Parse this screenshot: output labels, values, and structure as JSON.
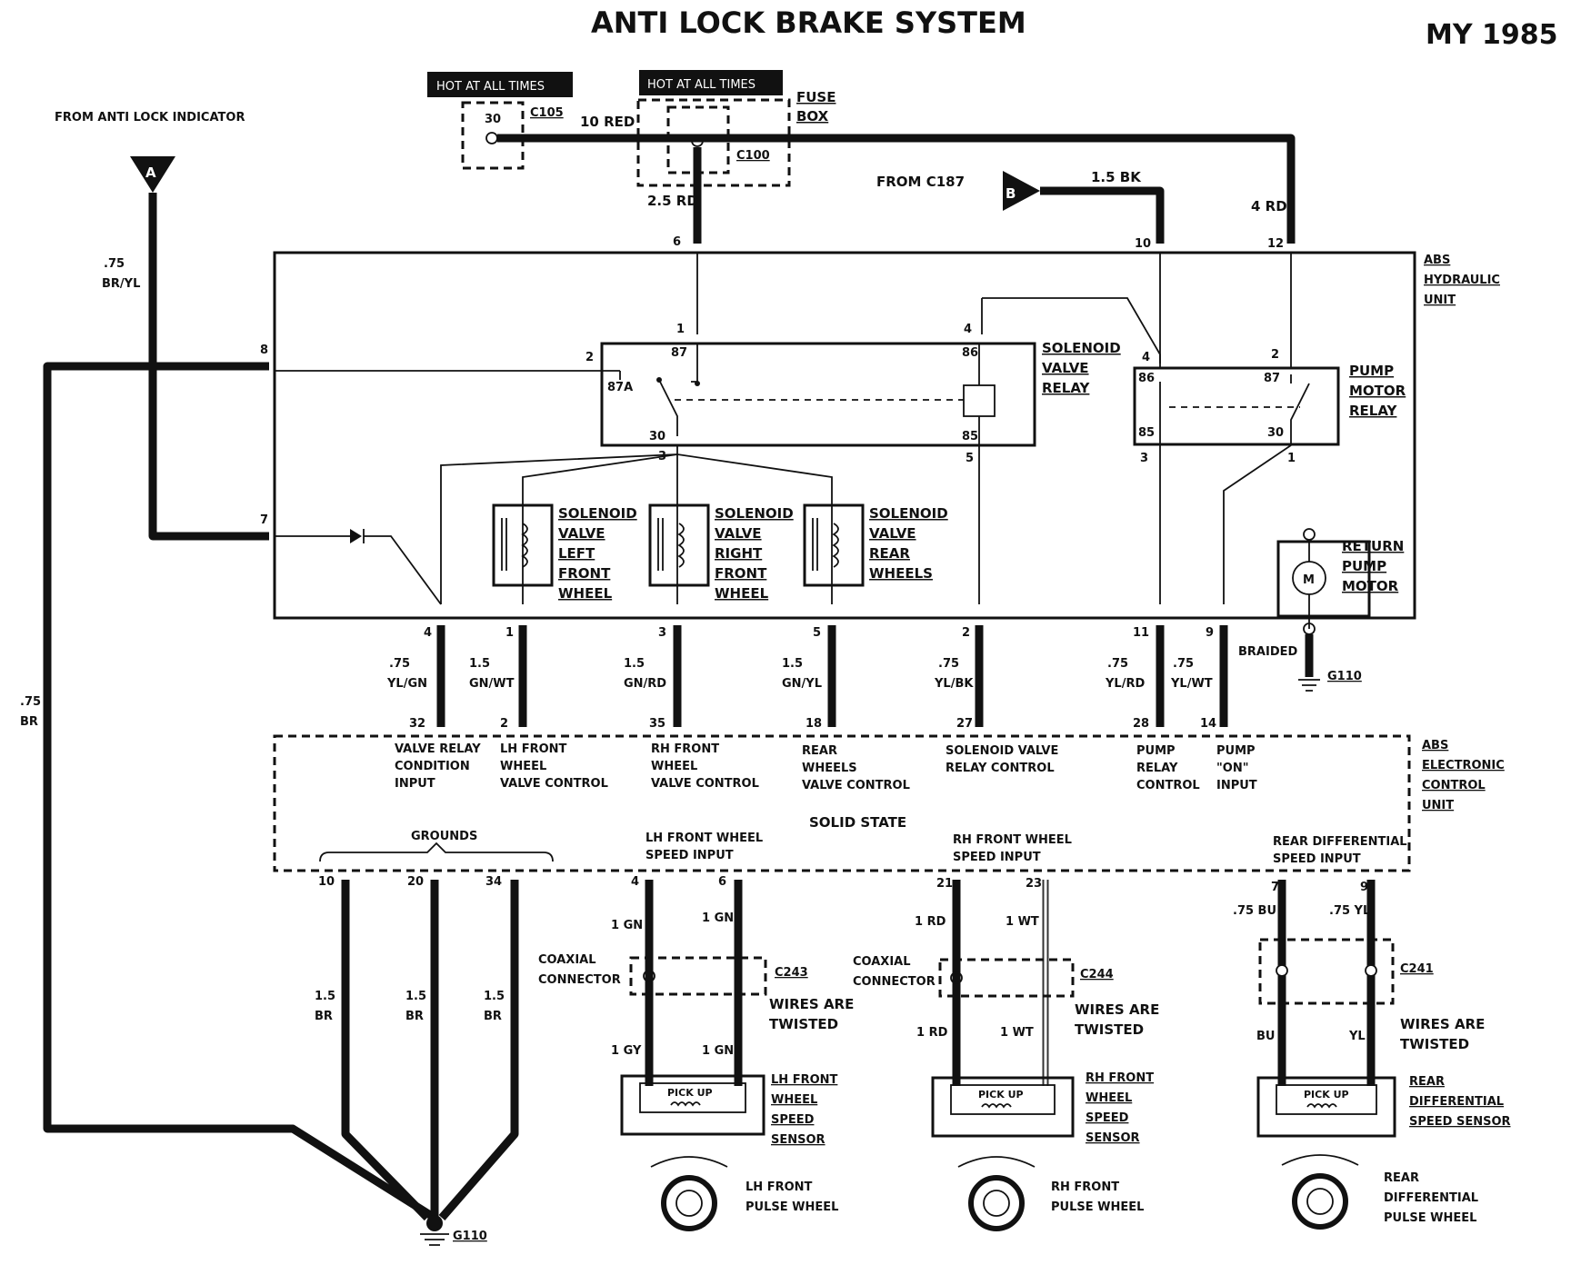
{
  "title": "ANTI LOCK BRAKE SYSTEM",
  "model_year": "MY 1985",
  "hot_labels": [
    "HOT AT ALL TIMES",
    "HOT AT ALL TIMES"
  ],
  "top": {
    "from_indicator": "FROM ANTI LOCK INDICATOR",
    "connector_a": "A",
    "connector_b": "B",
    "c105": "C105",
    "pin30": "30",
    "wire_10red": "10 RED",
    "fuse_box": [
      "FUSE",
      "BOX"
    ],
    "c100": "C100",
    "wire_25rd": "2.5 RD",
    "from_c187": "FROM C187",
    "wire_15bk": "1.5 BK",
    "wire_4rd": "4 RD",
    "wire_75bryl": [
      ".75",
      "BR/YL"
    ],
    "wire_75br": [
      ".75",
      "BR"
    ]
  },
  "hydraulic_unit": {
    "label": [
      "ABS",
      "HYDRAULIC",
      "UNIT"
    ],
    "pins_top": [
      "6",
      "10",
      "12"
    ],
    "pins_side": [
      "8",
      "7"
    ],
    "solenoid_relay": [
      "SOLENOID",
      "VALVE",
      "RELAY"
    ],
    "pump_relay": [
      "PUMP",
      "MOTOR",
      "RELAY"
    ],
    "relay_pins": [
      "1",
      "87",
      "2",
      "87A",
      "30",
      "3",
      "4",
      "86",
      "85",
      "5",
      "4",
      "86",
      "85",
      "3",
      "2",
      "87",
      "30",
      "1"
    ],
    "valves": [
      [
        "SOLENOID",
        "VALVE",
        "LEFT",
        "FRONT",
        "WHEEL"
      ],
      [
        "SOLENOID",
        "VALVE",
        "RIGHT",
        "FRONT",
        "WHEEL"
      ],
      [
        "SOLENOID",
        "VALVE",
        "REAR",
        "WHEELS"
      ]
    ],
    "motor": [
      "RETURN",
      "PUMP",
      "MOTOR"
    ],
    "motor_symbol": "M"
  },
  "harness": [
    {
      "top_pin": "4",
      "gauge": ".75",
      "color": "YL/GN",
      "bottom_pin": "32"
    },
    {
      "top_pin": "1",
      "gauge": "1.5",
      "color": "GN/WT",
      "bottom_pin": "2"
    },
    {
      "top_pin": "3",
      "gauge": "1.5",
      "color": "GN/RD",
      "bottom_pin": "35"
    },
    {
      "top_pin": "5",
      "gauge": "1.5",
      "color": "GN/YL",
      "bottom_pin": "18"
    },
    {
      "top_pin": "2",
      "gauge": ".75",
      "color": "YL/BK",
      "bottom_pin": "27"
    },
    {
      "top_pin": "11",
      "gauge": ".75",
      "color": "YL/RD",
      "bottom_pin": "28"
    },
    {
      "top_pin": "9",
      "gauge": ".75",
      "color": "YL/WT",
      "bottom_pin": "14"
    }
  ],
  "braided": "BRAIDED",
  "g110": "G110",
  "control_unit": {
    "label": [
      "ABS",
      "ELECTRONIC",
      "CONTROL",
      "UNIT"
    ],
    "solid_state": "SOLID STATE",
    "functions": [
      [
        "VALVE RELAY",
        "CONDITION",
        "INPUT"
      ],
      [
        "LH FRONT",
        "WHEEL",
        "VALVE CONTROL"
      ],
      [
        "RH FRONT",
        "WHEEL",
        "VALVE CONTROL"
      ],
      [
        "REAR",
        "WHEELS",
        "VALVE CONTROL"
      ],
      [
        "SOLENOID VALVE",
        "RELAY CONTROL"
      ],
      [
        "PUMP",
        "RELAY",
        "CONTROL"
      ],
      [
        "PUMP",
        "\"ON\"",
        "INPUT"
      ]
    ],
    "grounds": "GROUNDS",
    "speed_inputs": [
      [
        "LH FRONT WHEEL",
        "SPEED INPUT"
      ],
      [
        "RH FRONT WHEEL",
        "SPEED INPUT"
      ],
      [
        "REAR DIFFERENTIAL",
        "SPEED INPUT"
      ]
    ],
    "bottom_pins": [
      "10",
      "20",
      "34",
      "4",
      "6",
      "21",
      "23",
      "7",
      "9"
    ]
  },
  "ground_wires": [
    "1.5",
    "BR"
  ],
  "sensors": [
    {
      "w1": "1 GN",
      "w2": "1 GN",
      "w3": "1 GY",
      "w4": "1 GN",
      "connector": [
        "COAXIAL",
        "CONNECTOR"
      ],
      "cid": "C243",
      "twist": [
        "WIRES ARE",
        "TWISTED"
      ],
      "pickup": "PICK UP",
      "name": [
        "LH FRONT",
        "WHEEL",
        "SPEED",
        "SENSOR"
      ],
      "pulse": [
        "LH FRONT",
        "PULSE WHEEL"
      ]
    },
    {
      "w1": "1 RD",
      "w2": "1 WT",
      "w3": "1 RD",
      "w4": "1 WT",
      "connector": [
        "COAXIAL",
        "CONNECTOR"
      ],
      "cid": "C244",
      "twist": [
        "WIRES ARE",
        "TWISTED"
      ],
      "pickup": "PICK UP",
      "name": [
        "RH FRONT",
        "WHEEL",
        "SPEED",
        "SENSOR"
      ],
      "pulse": [
        "RH FRONT",
        "PULSE WHEEL"
      ]
    },
    {
      "w1": ".75 BU",
      "w2": ".75 YL",
      "w3": "BU",
      "w4": "YL",
      "connector": [],
      "cid": "C241",
      "twist": [
        "WIRES ARE",
        "TWISTED"
      ],
      "pickup": "PICK UP",
      "name": [
        "REAR",
        "DIFFERENTIAL",
        "SPEED SENSOR"
      ],
      "pulse": [
        "REAR",
        "DIFFERENTIAL",
        "PULSE WHEEL"
      ]
    }
  ]
}
